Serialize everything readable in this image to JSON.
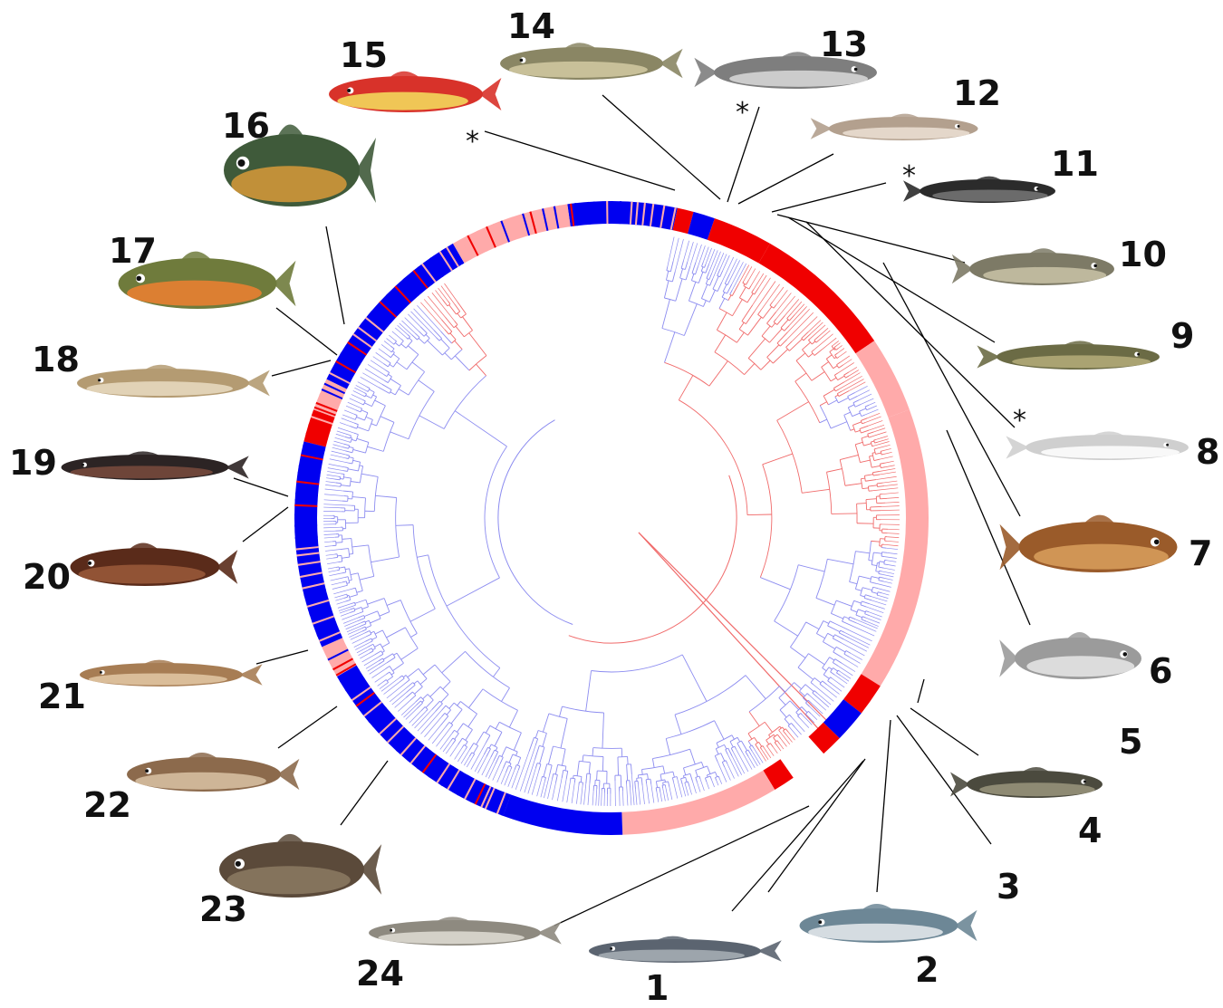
{
  "figure": {
    "colors": {
      "blue_branch": "#8c8cf0",
      "red_branch": "#f06a6a",
      "blue_ring": "#0000f0",
      "red_ring": "#f00000",
      "pink_ring": "#ffaaaa",
      "leader_line": "#000000"
    },
    "asterisk": "*",
    "asterisk_marks_taxa": [
      "15",
      "13",
      "11",
      "8"
    ],
    "taxa": [
      {
        "label": "1",
        "icon": "paddlefish-icon"
      },
      {
        "label": "2",
        "icon": "herring-icon"
      },
      {
        "label": "3",
        "icon": "fish-icon"
      },
      {
        "label": "4",
        "icon": "catfish-icon"
      },
      {
        "label": "5",
        "icon": "fish-icon"
      },
      {
        "label": "6",
        "icon": "whitefish-icon"
      },
      {
        "label": "7",
        "icon": "carp-icon"
      },
      {
        "label": "8",
        "icon": "lanternfish-icon"
      },
      {
        "label": "9",
        "icon": "pike-icon"
      },
      {
        "label": "10",
        "icon": "salmon-icon"
      },
      {
        "label": "11",
        "icon": "dragonfish-icon"
      },
      {
        "label": "12",
        "icon": "smelt-icon"
      },
      {
        "label": "13",
        "icon": "hatchetfish-icon"
      },
      {
        "label": "14",
        "icon": "minnow-icon"
      },
      {
        "label": "15",
        "icon": "squirrelfish-icon"
      },
      {
        "label": "16",
        "icon": "sunfish-icon"
      },
      {
        "label": "17",
        "icon": "perch-icon"
      },
      {
        "label": "18",
        "icon": "goby-icon"
      },
      {
        "label": "19",
        "icon": "knifefish-icon"
      },
      {
        "label": "20",
        "icon": "scorpionfish-icon"
      },
      {
        "label": "21",
        "icon": "sculpin-icon"
      },
      {
        "label": "22",
        "icon": "sleeper-goby-icon"
      },
      {
        "label": "23",
        "icon": "flounder-icon"
      },
      {
        "label": "24",
        "icon": "snakehead-icon"
      }
    ]
  }
}
